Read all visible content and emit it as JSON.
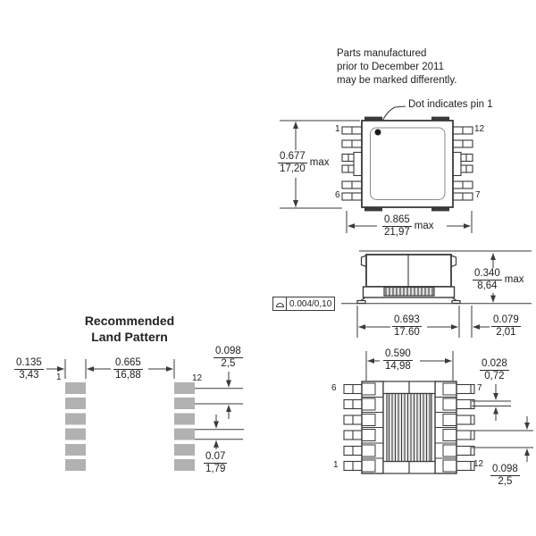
{
  "note": {
    "line1": "Parts manufactured",
    "line2": "prior to December 2011",
    "line3": "may be marked differently."
  },
  "dot_callout": {
    "text": "Dot indicates pin 1"
  },
  "top_view": {
    "pins": {
      "top_left": "1",
      "bottom_left": "6",
      "top_right": "12",
      "bottom_right": "7"
    },
    "dims": {
      "height": {
        "in": "0.677",
        "mm": "17,20",
        "suffix": "max"
      },
      "width": {
        "in": "0.865",
        "mm": "21,97",
        "suffix": "max"
      }
    }
  },
  "side_view": {
    "dims": {
      "height": {
        "in": "0.340",
        "mm": "8,64",
        "suffix": "max"
      },
      "lead_span": {
        "in": "0.693",
        "mm": "17.60"
      },
      "foot_length": {
        "in": "0.079",
        "mm": "2,01"
      },
      "seating_plane_flatness": {
        "value": "0.004/0,10"
      }
    }
  },
  "bottom_view": {
    "pins": {
      "top_left": "6",
      "bottom_left": "1",
      "top_right": "7",
      "bottom_right": "12"
    },
    "dims": {
      "body_width": {
        "in": "0.590",
        "mm": "14,98"
      },
      "pad_offset": {
        "in": "0.028",
        "mm": "0,72"
      },
      "pin_pitch": {
        "in": "0.098",
        "mm": "2,5"
      }
    }
  },
  "land_pattern": {
    "title_line1": "Recommended",
    "title_line2": "Land Pattern",
    "pin_first": "1",
    "pin_last": "12",
    "dims": {
      "pad_width": {
        "in": "0.135",
        "mm": "3,43"
      },
      "inner_span": {
        "in": "0.665",
        "mm": "16,88"
      },
      "pad_pitch": {
        "in": "0.098",
        "mm": "2,5"
      },
      "pad_height": {
        "in": "0.07",
        "mm": "1,79"
      }
    }
  },
  "colors": {
    "line": "#3a3a3a",
    "pad_gray": "#b1b1b1"
  }
}
